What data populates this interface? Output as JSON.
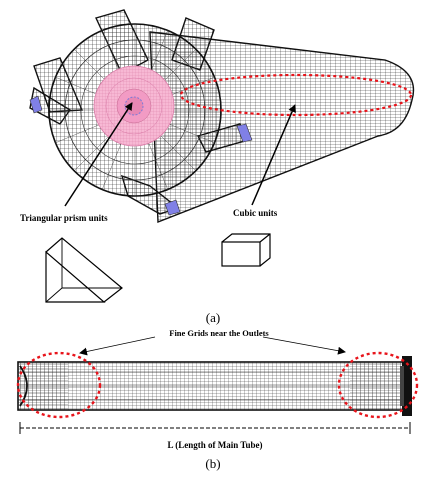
{
  "figure": {
    "panel_a": {
      "caption": "(a)",
      "label_prism": "Triangular prism units",
      "label_cubic": "Cubic units"
    },
    "panel_b": {
      "caption": "(b)",
      "label_fine_grids": "Fine Grids near the Outlets",
      "label_length": "L (Length of Main Tube)"
    },
    "colors": {
      "mesh": "#1a1a1a",
      "highlight_circle": "#e8141b",
      "inner_core": "#f7b8d4",
      "outlet_face": "#8080e6"
    }
  }
}
